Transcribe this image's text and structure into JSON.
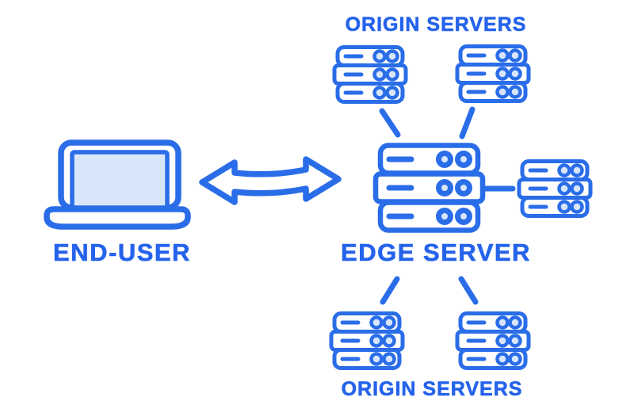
{
  "diagram": {
    "type": "cdn-architecture",
    "colors": {
      "stroke_blue": "#2A6DE8",
      "text_blue": "#2563EB",
      "light_fill": "#D8E6FC",
      "canvas_bg": "#FFFFFF"
    },
    "end_user": {
      "label": "END-USER",
      "icon": "laptop-icon"
    },
    "edge_server": {
      "label": "EDGE SERVER",
      "icon": "server-rack-large-icon"
    },
    "origin_top": {
      "label": "ORIGIN SERVERS",
      "icons": [
        "server-rack-icon",
        "server-rack-icon"
      ]
    },
    "origin_bottom": {
      "label": "ORIGIN SERVERS",
      "icons": [
        "server-rack-icon",
        "server-rack-icon"
      ]
    },
    "side_server": {
      "icon": "server-rack-icon"
    },
    "link": {
      "icon": "double-headed-arrow-icon",
      "from": "end-user",
      "to": "edge-server",
      "bidirectional": true
    },
    "connections": [
      {
        "from": "origin-server-top-left",
        "to": "edge-server"
      },
      {
        "from": "origin-server-top-right",
        "to": "edge-server"
      },
      {
        "from": "origin-server-right",
        "to": "edge-server"
      },
      {
        "from": "origin-server-bottom-left",
        "to": "edge-server"
      },
      {
        "from": "origin-server-bottom-right",
        "to": "edge-server"
      }
    ]
  }
}
